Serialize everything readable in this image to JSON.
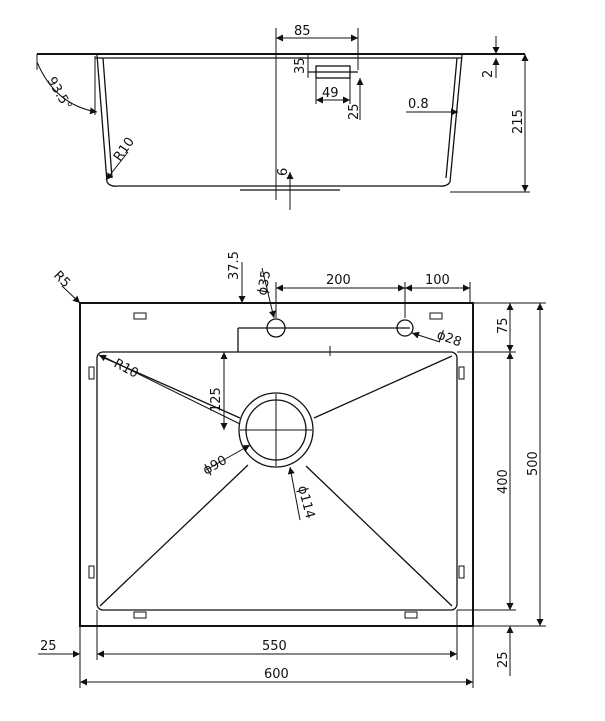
{
  "side_view": {
    "labels": {
      "width_85": "85",
      "height_35": "35",
      "dia_49": "49",
      "height_25": "25",
      "height_2": "2",
      "thickness_0_8": "0.8",
      "depth_215": "215",
      "radius_r10": "R10",
      "angle_93_5": "93.5°",
      "height_6": "6"
    }
  },
  "top_view": {
    "labels": {
      "radius_r5": "R5",
      "offset_37_5": "37.5",
      "dia_35": "ϕ35",
      "spacing_200": "200",
      "spacing_100": "100",
      "depth_75": "75",
      "dia_28": "ϕ28",
      "radius_r10": "R10",
      "offset_125": "125",
      "dia_90": "ϕ90",
      "dia_114": "ϕ114",
      "inner_depth_400": "400",
      "outer_depth_500": "500",
      "flange_25_left": "25",
      "inner_width_550": "550",
      "flange_25_bottom": "25",
      "outer_width_600": "600"
    }
  }
}
